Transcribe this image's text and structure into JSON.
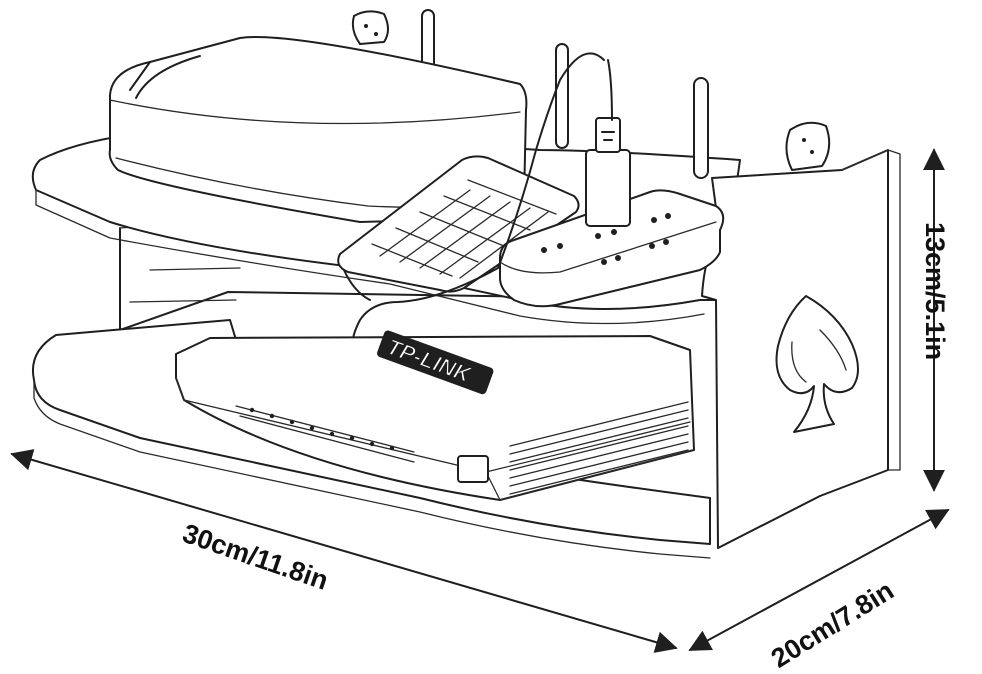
{
  "dimensions": {
    "width_label": "30cm/11.8in",
    "depth_label": "20cm/7.8in",
    "height_label": "13cm/5.1in"
  },
  "router_brand": "TP-LINK",
  "colors": {
    "line": "#1f1f1f",
    "background": "#ffffff"
  },
  "icons": [
    "double-arrow-icon",
    "spade-icon",
    "wall-hook-icon"
  ]
}
